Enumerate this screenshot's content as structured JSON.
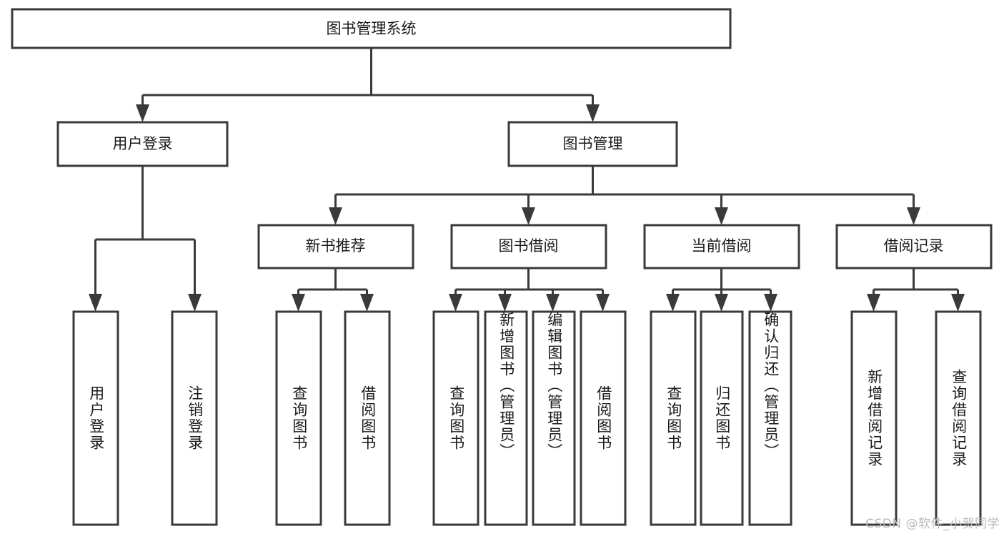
{
  "chart_data": {
    "type": "diagram",
    "diagram_kind": "function-hierarchy-tree",
    "title": "图书管理系统",
    "orientation": "top-down",
    "levels": 4,
    "colors": {
      "box_stroke": "#3a3a3a",
      "box_fill": "#ffffff",
      "text": "#1a1a1a",
      "background": "#ffffff",
      "watermark": "#b9b9b9"
    },
    "nodes": [
      {
        "id": "root",
        "label": "图书管理系统",
        "level": 0,
        "parent": null,
        "orientation": "horizontal"
      },
      {
        "id": "n-user-login",
        "label": "用户登录",
        "level": 1,
        "parent": "root",
        "orientation": "horizontal"
      },
      {
        "id": "n-book-mgmt",
        "label": "图书管理",
        "level": 1,
        "parent": "root",
        "orientation": "horizontal"
      },
      {
        "id": "n-new-book-rec",
        "label": "新书推荐",
        "level": 2,
        "parent": "n-book-mgmt",
        "orientation": "horizontal"
      },
      {
        "id": "n-book-borrow",
        "label": "图书借阅",
        "level": 2,
        "parent": "n-book-mgmt",
        "orientation": "horizontal"
      },
      {
        "id": "n-current-borrow",
        "label": "当前借阅",
        "level": 2,
        "parent": "n-book-mgmt",
        "orientation": "horizontal"
      },
      {
        "id": "n-borrow-record",
        "label": "借阅记录",
        "level": 2,
        "parent": "n-book-mgmt",
        "orientation": "horizontal"
      },
      {
        "id": "l-user-login",
        "label": "用户登录",
        "level": 3,
        "parent": "n-user-login",
        "orientation": "vertical"
      },
      {
        "id": "l-user-logout",
        "label": "注销登录",
        "level": 3,
        "parent": "n-user-login",
        "orientation": "vertical"
      },
      {
        "id": "l-rec-query",
        "label": "查询图书",
        "level": 3,
        "parent": "n-new-book-rec",
        "orientation": "vertical"
      },
      {
        "id": "l-rec-borrow",
        "label": "借阅图书",
        "level": 3,
        "parent": "n-new-book-rec",
        "orientation": "vertical"
      },
      {
        "id": "l-borrow-query",
        "label": "查询图书",
        "level": 3,
        "parent": "n-book-borrow",
        "orientation": "vertical"
      },
      {
        "id": "l-borrow-add",
        "label": "新增图书（管理员）",
        "level": 3,
        "parent": "n-book-borrow",
        "orientation": "vertical"
      },
      {
        "id": "l-borrow-edit",
        "label": "编辑图书（管理员）",
        "level": 3,
        "parent": "n-book-borrow",
        "orientation": "vertical"
      },
      {
        "id": "l-borrow-lend",
        "label": "借阅图书",
        "level": 3,
        "parent": "n-book-borrow",
        "orientation": "vertical"
      },
      {
        "id": "l-cur-query",
        "label": "查询图书",
        "level": 3,
        "parent": "n-current-borrow",
        "orientation": "vertical"
      },
      {
        "id": "l-cur-return",
        "label": "归还图书",
        "level": 3,
        "parent": "n-current-borrow",
        "orientation": "vertical"
      },
      {
        "id": "l-cur-confirm",
        "label": "确认归还（管理员）",
        "level": 3,
        "parent": "n-current-borrow",
        "orientation": "vertical"
      },
      {
        "id": "l-rec-add",
        "label": "新增借阅记录",
        "level": 3,
        "parent": "n-borrow-record",
        "orientation": "vertical"
      },
      {
        "id": "l-rec-query2",
        "label": "查询借阅记录",
        "level": 3,
        "parent": "n-borrow-record",
        "orientation": "vertical"
      }
    ],
    "edges": [
      {
        "from": "root",
        "to": "n-user-login"
      },
      {
        "from": "root",
        "to": "n-book-mgmt"
      },
      {
        "from": "n-user-login",
        "to": "l-user-login"
      },
      {
        "from": "n-user-login",
        "to": "l-user-logout"
      },
      {
        "from": "n-book-mgmt",
        "to": "n-new-book-rec"
      },
      {
        "from": "n-book-mgmt",
        "to": "n-book-borrow"
      },
      {
        "from": "n-book-mgmt",
        "to": "n-current-borrow"
      },
      {
        "from": "n-book-mgmt",
        "to": "n-borrow-record"
      },
      {
        "from": "n-new-book-rec",
        "to": "l-rec-query"
      },
      {
        "from": "n-new-book-rec",
        "to": "l-rec-borrow"
      },
      {
        "from": "n-book-borrow",
        "to": "l-borrow-query"
      },
      {
        "from": "n-book-borrow",
        "to": "l-borrow-add"
      },
      {
        "from": "n-book-borrow",
        "to": "l-borrow-edit"
      },
      {
        "from": "n-book-borrow",
        "to": "l-borrow-lend"
      },
      {
        "from": "n-current-borrow",
        "to": "l-cur-query"
      },
      {
        "from": "n-current-borrow",
        "to": "l-cur-return"
      },
      {
        "from": "n-current-borrow",
        "to": "l-cur-confirm"
      },
      {
        "from": "n-borrow-record",
        "to": "l-rec-add"
      },
      {
        "from": "n-borrow-record",
        "to": "l-rec-query2"
      }
    ]
  },
  "diagram": {
    "root": {
      "label": "图书管理系统"
    },
    "level1": {
      "user_login": {
        "label": "用户登录"
      },
      "book_mgmt": {
        "label": "图书管理"
      }
    },
    "level2": {
      "new_book_rec": {
        "label": "新书推荐"
      },
      "book_borrow": {
        "label": "图书借阅"
      },
      "current_borrow": {
        "label": "当前借阅"
      },
      "borrow_record": {
        "label": "借阅记录"
      }
    },
    "leaves": {
      "user_login": {
        "label": "用户登录"
      },
      "user_logout": {
        "label": "注销登录"
      },
      "rec_query_book": {
        "label": "查询图书"
      },
      "rec_borrow_book": {
        "label": "借阅图书"
      },
      "borrow_query_book": {
        "label": "查询图书"
      },
      "borrow_add_book": {
        "label": "新增图书（管理员）"
      },
      "borrow_edit_book": {
        "label": "编辑图书（管理员）"
      },
      "borrow_lend_book": {
        "label": "借阅图书"
      },
      "cur_query_book": {
        "label": "查询图书"
      },
      "cur_return_book": {
        "label": "归还图书"
      },
      "cur_confirm_return": {
        "label": "确认归还（管理员）"
      },
      "record_add": {
        "label": "新增借阅记录"
      },
      "record_query": {
        "label": "查询借阅记录"
      }
    }
  },
  "watermark": {
    "text": "CSDN @软件_小贺同学"
  }
}
